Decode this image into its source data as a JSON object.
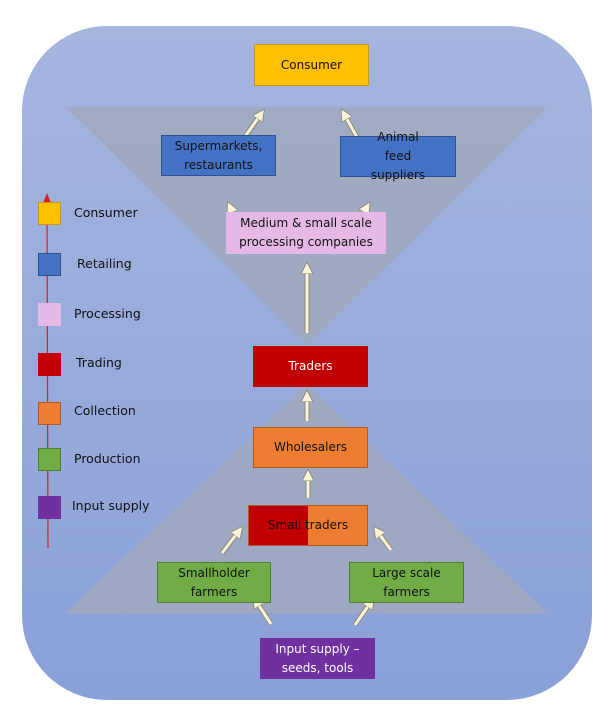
{
  "nodes": {
    "consumer": "Consumer",
    "supermarkets": "Supermarkets, restaurants",
    "animal_feed": "Animal feed suppliers",
    "processing": "Medium & small scale processing companies",
    "traders": "Traders",
    "wholesalers": "Wholesalers",
    "small_traders": "Small traders",
    "smallholder": "Smallholder farmers",
    "large_scale": "Large scale farmers",
    "input_supply": "Input supply – seeds, tools"
  },
  "legend": [
    {
      "label": "Consumer",
      "color": "#ffc000"
    },
    {
      "label": "Retailing",
      "color": "#4472c4"
    },
    {
      "label": "Processing",
      "color": "#e5b8e6"
    },
    {
      "label": "Trading",
      "color": "#c00000"
    },
    {
      "label": "Collection",
      "color": "#ed7d31"
    },
    {
      "label": "Production",
      "color": "#70ad47"
    },
    {
      "label": "Input supply",
      "color": "#7030a0"
    }
  ]
}
